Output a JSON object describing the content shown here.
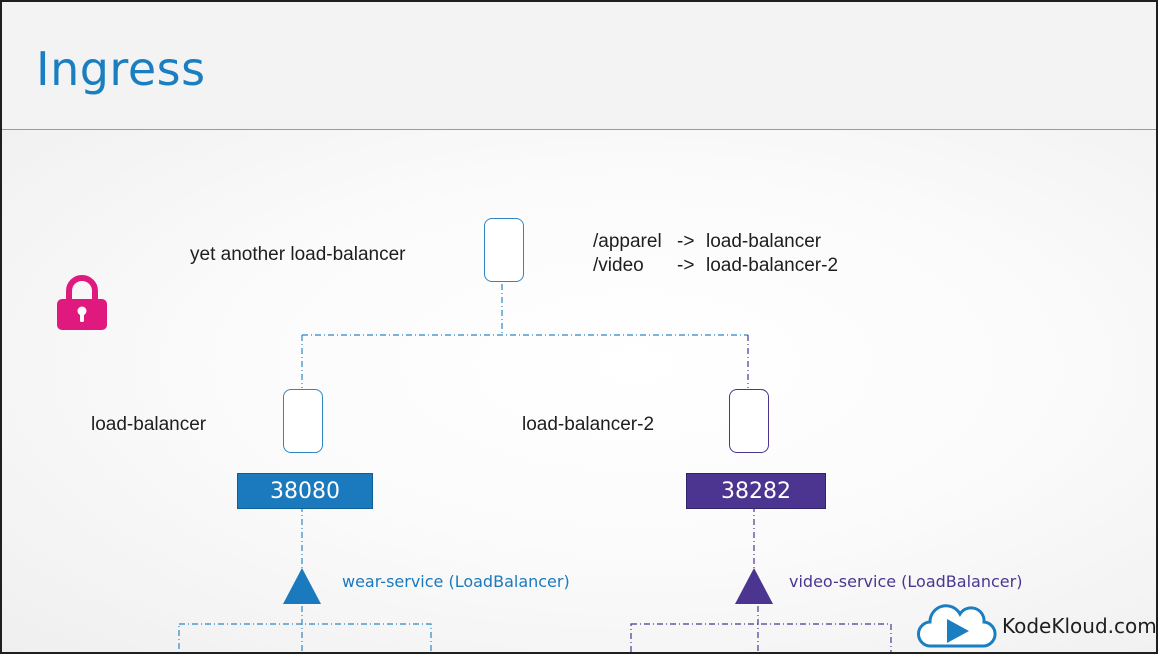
{
  "header": {
    "title": "Ingress"
  },
  "top": {
    "label": "yet another load-balancer",
    "rules": [
      {
        "path": "/apparel",
        "arrow": "->",
        "target": "load-balancer"
      },
      {
        "path": "/video",
        "arrow": "->",
        "target": "load-balancer-2"
      }
    ]
  },
  "left": {
    "label": "load-balancer",
    "port": "38080",
    "service": "wear-service (LoadBalancer)"
  },
  "right": {
    "label": "load-balancer-2",
    "port": "38282",
    "service": "video-service (LoadBalancer)"
  },
  "brand": {
    "name": "KodeKloud.com"
  },
  "colors": {
    "title": "#1a7fc0",
    "wear": "#1b79bd",
    "video": "#4b3591",
    "lock": "#e0197f",
    "connector": "#2f86c4"
  },
  "icons": [
    "lock-icon",
    "kodekloud-logo-icon"
  ]
}
